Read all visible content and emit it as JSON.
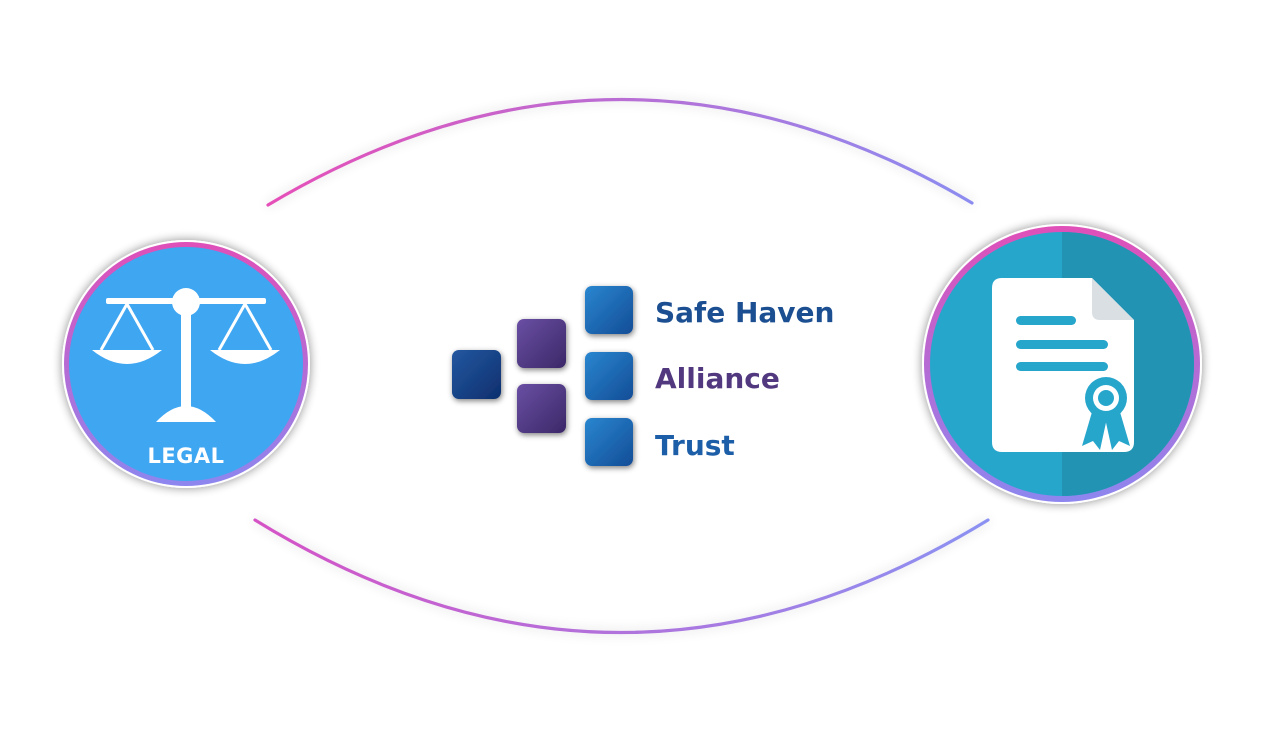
{
  "legal_badge": {
    "label": "LEGAL",
    "icon": "scales-of-justice-icon"
  },
  "certificate_badge": {
    "icon": "certificate-document-icon"
  },
  "logo": {
    "word_1": "Safe Haven",
    "word_2": "Alliance",
    "word_3": "Trust"
  },
  "colors": {
    "legal_fill": "#3fa6f2",
    "certificate_fill": "#27a6cc",
    "certificate_shade": "#2293b3",
    "ring_gradient_start": "#e64fb8",
    "ring_gradient_end": "#8c8cf0",
    "logo_blue": "#1b4f91",
    "logo_purple": "#52397f"
  }
}
